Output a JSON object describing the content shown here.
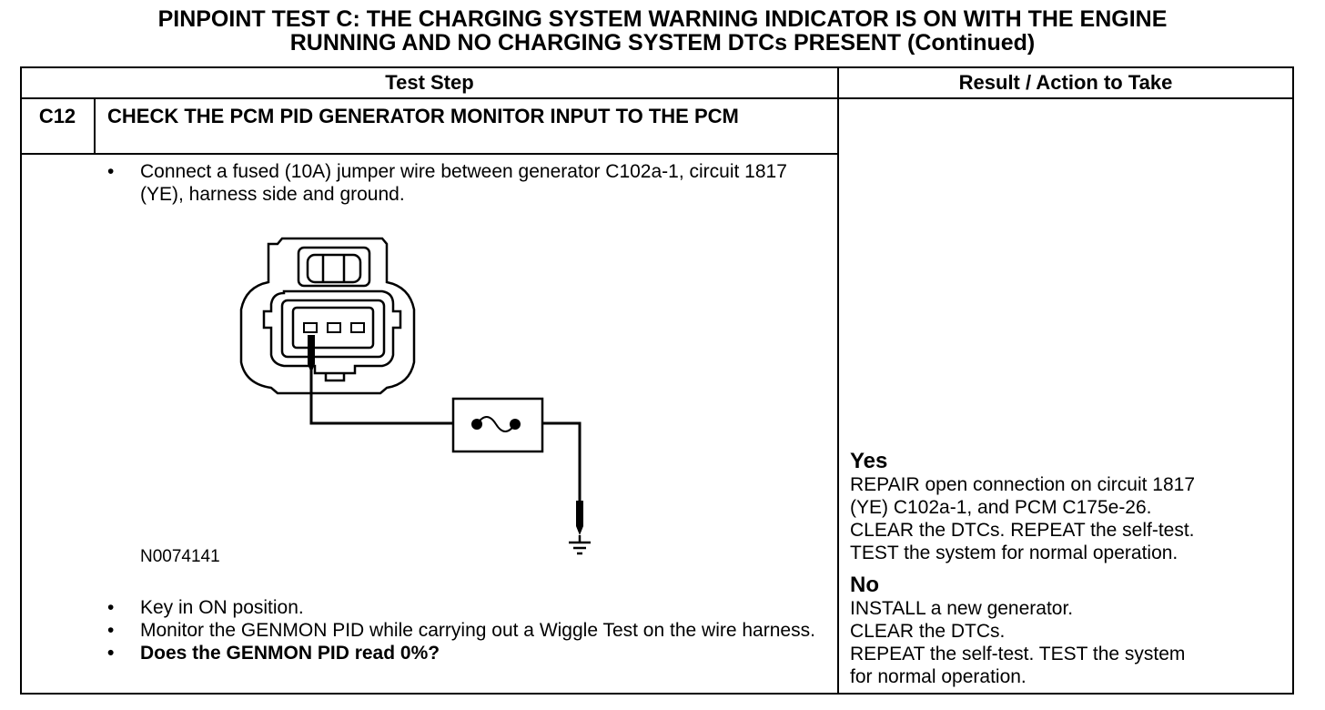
{
  "title": {
    "line1": "PINPOINT TEST C: THE CHARGING SYSTEM WARNING INDICATOR IS ON WITH THE ENGINE",
    "line2": "RUNNING AND NO CHARGING SYSTEM DTCs PRESENT (Continued)"
  },
  "table": {
    "headers": {
      "test_step": "Test Step",
      "result_action": "Result / Action to Take"
    },
    "step": {
      "id": "C12",
      "title": "CHECK THE PCM PID GENERATOR MONITOR INPUT TO THE PCM",
      "bullets_before_figure": [
        "Connect a fused (10A) jumper wire between generator C102a-1, circuit 1817 (YE), harness side and ground."
      ],
      "figure_code": "N0074141",
      "bullets_after_figure": [
        "Key in ON position.",
        "Monitor the GENMON PID while carrying out a Wiggle Test on the wire harness.",
        "Does the GENMON PID read 0%?"
      ],
      "bullet_symbol": "•"
    },
    "results": {
      "yes": {
        "label": "Yes",
        "lines": [
          "REPAIR open connection on circuit 1817",
          "(YE) C102a-1, and PCM C175e-26.",
          "CLEAR the DTCs. REPEAT the self-test.",
          "TEST the system for normal operation."
        ]
      },
      "no": {
        "label": "No",
        "lines": [
          "INSTALL a new generator.",
          "CLEAR the DTCs.",
          "REPEAT the self-test. TEST the system",
          "for normal operation."
        ]
      }
    }
  },
  "icons": {
    "connector": "connector-c102a-icon",
    "fuse": "fuse-icon",
    "ground": "ground-symbol-icon"
  }
}
